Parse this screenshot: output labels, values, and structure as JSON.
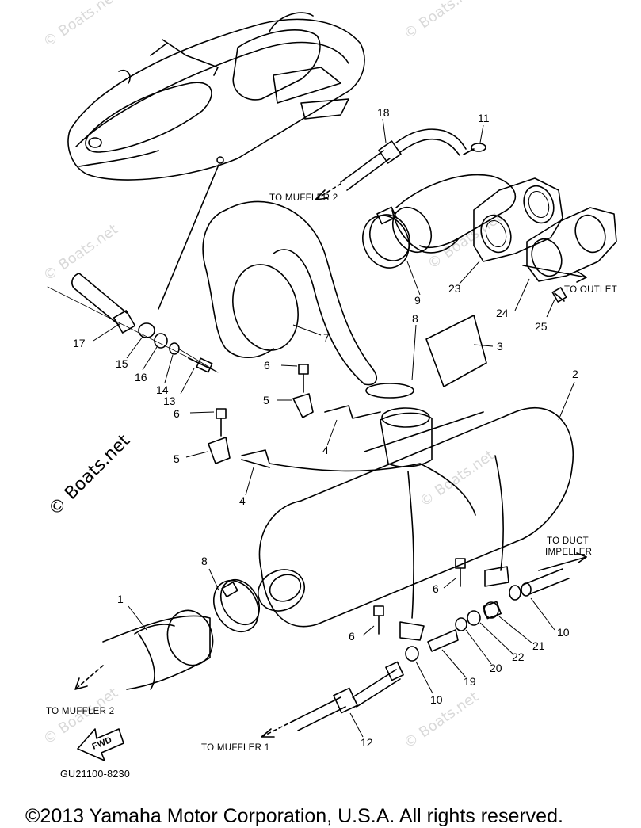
{
  "watermark": "© Boats.net",
  "copyright": "©2013 Yamaha Motor Corporation, U.S.A. All rights reserved.",
  "diagram_code": "GU21100-8230",
  "fwd_label": "FWD",
  "brand_mark": "© Boats.net",
  "notes": {
    "to_muffler_2_top": "TO MUFFLER 2",
    "to_outlet": "TO OUTLET",
    "to_duct": "TO DUCT",
    "impeller": "IMPELLER",
    "to_muffler_2_bottom": "TO MUFFLER 2",
    "to_muffler_1": "TO MUFFLER 1"
  },
  "callouts": {
    "c1": "1",
    "c2": "2",
    "c3": "3",
    "c4a": "4",
    "c4b": "4",
    "c5a": "5",
    "c5b": "5",
    "c6a": "6",
    "c6b": "6",
    "c6c": "6",
    "c6d": "6",
    "c7": "7",
    "c8a": "8",
    "c8b": "8",
    "c9": "9",
    "c10a": "10",
    "c10b": "10",
    "c11": "11",
    "c12": "12",
    "c13": "13",
    "c14": "14",
    "c15": "15",
    "c16": "16",
    "c17": "17",
    "c18": "18",
    "c19": "19",
    "c20": "20",
    "c21": "21",
    "c22": "22",
    "c23": "23",
    "c24": "24",
    "c25": "25"
  }
}
